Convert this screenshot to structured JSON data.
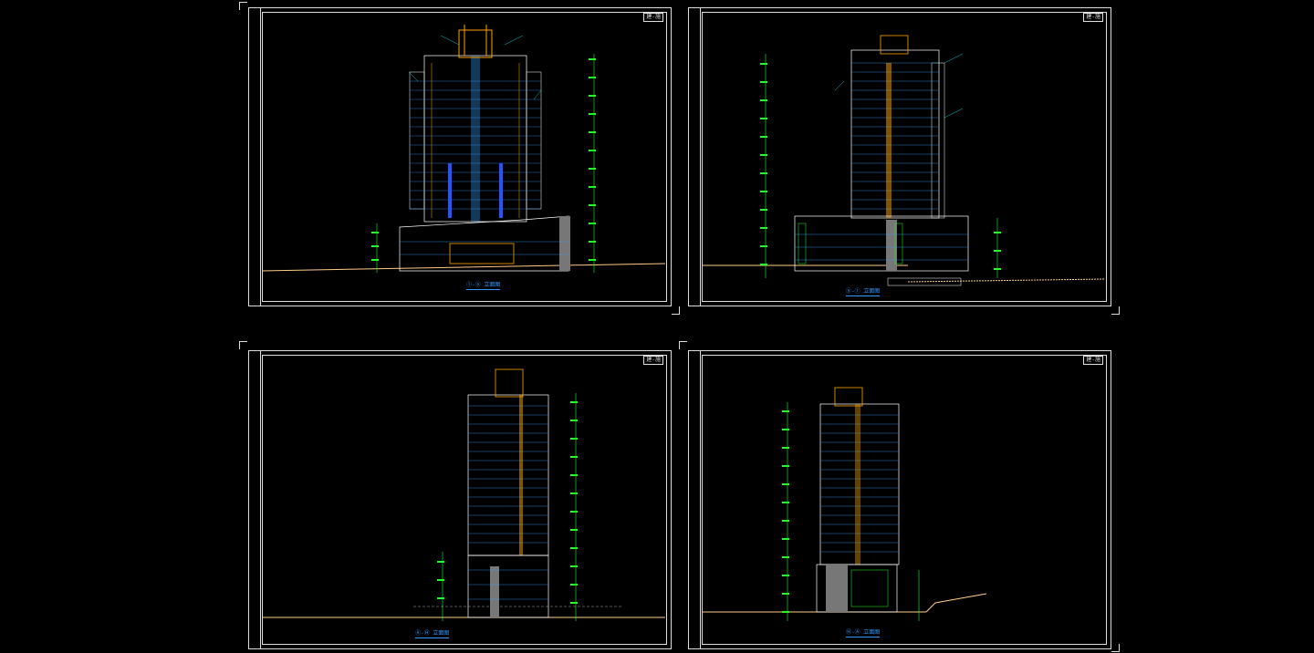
{
  "sheets": [
    {
      "id": "sheet-1",
      "title_tag": "建-施",
      "caption": "①-⑤ 立面图"
    },
    {
      "id": "sheet-2",
      "title_tag": "建-施",
      "caption": "⑤-① 立面图"
    },
    {
      "id": "sheet-3",
      "title_tag": "建-施",
      "caption": "Ⓐ-Ⓗ 立面图"
    },
    {
      "id": "sheet-4",
      "title_tag": "建-施",
      "caption": "Ⓗ-Ⓐ 立面图"
    }
  ],
  "colors": {
    "frame": "#dddddd",
    "facade": "#ffffff",
    "window": "#3aa0ff",
    "accent": "#ffa500",
    "annotation": "#22ff22",
    "leader": "#00ffff",
    "ground": "#ffcc88",
    "core": "#777777",
    "blue": "#2255ff"
  }
}
